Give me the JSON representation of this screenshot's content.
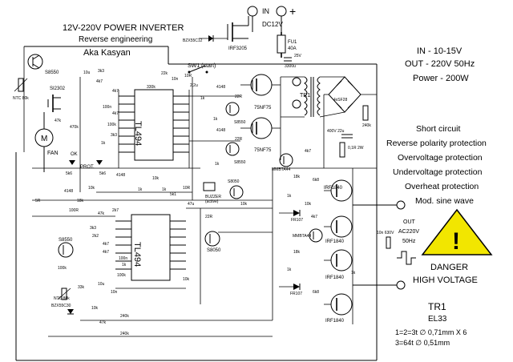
{
  "header": {
    "title": "12V-220V  POWER INVERTER",
    "subtitle": "Reverse engineering",
    "author": "Aka Kasyan"
  },
  "input": {
    "label": "IN",
    "voltage": "DC12V",
    "plus": "+",
    "minus": "−"
  },
  "specs": [
    "IN - 10-15V",
    "OUT - 220V 50Hz",
    "Power - 200W"
  ],
  "features": [
    "Short circuit",
    "Reverse polarity protection",
    "Overvoltage protection",
    "Undervoltage protection",
    "Overheat protection",
    "Mod. sine wave"
  ],
  "output": {
    "title": "OUT",
    "voltage": "AC220V",
    "frequency": "50Hz"
  },
  "warning": {
    "line1": "DANGER",
    "line2": "HIGH VOLTAGE",
    "symbol": "!",
    "color": "#f2e600"
  },
  "transformer": {
    "name": "TR1",
    "core": "EL33",
    "winding1": "1=2=3t ∅ 0,71mm X 6",
    "winding2": "3=64t ∅ 0,51mm"
  },
  "ics": {
    "upper": "TL494",
    "lower": "TL494"
  },
  "components": {
    "sw1": "SW1 (start)",
    "fan": "FAN",
    "motor": "M",
    "si2302": "SI2302",
    "fu1": "FU1",
    "fu1_rating": "40A",
    "irf3205": "IRF3205",
    "bzx_top": "BZX55C12",
    "bzx_bot": "BZX55C30",
    "q_nf1": "75NF75",
    "q_nf2": "75NF75",
    "s8550a": "S8550",
    "s8550b": "S8550",
    "s8550c": "S8550",
    "s8550d": "S8550",
    "s8050a": "S8050",
    "s8050b": "S8050",
    "buzzer": "BUZZER",
    "buzzer_note": "(active)",
    "irf1840a": "IRF1840",
    "irf1840b": "IRF1840",
    "irf1840c": "IRF1840",
    "irf1840d": "IRF1840",
    "mmbta44a": "MMBTA44",
    "mmbta44b": "MMBTA44",
    "fr107a": "FR107",
    "fr107b": "FR107",
    "bridge": "4xSF28",
    "ntc_top": "NTC\n80k",
    "ntc_bot": "NTC\n80k",
    "ok": "OK",
    "prot": "PROT.",
    "tr1_label": "TR1",
    "c_out": "10n\n630V",
    "c_hv": "400V\n22u",
    "r_hv": "0,1R\n2W",
    "r_240k": "240k",
    "c_3300": "3300u",
    "v25": "25V"
  },
  "labels": {
    "r_330k": "330k",
    "r_22k": "22k",
    "c_10n_a": "10n",
    "r_10r": "10R",
    "c_2u2": "2,2u",
    "r_1k_a": "1k",
    "d_4148_a": "4148",
    "d_4148_b": "4148",
    "r_22r_a": "22R",
    "r_22r_b": "22R",
    "r_1k_b": "1k",
    "r_1k_c": "1k",
    "r_3k3_a": "3k3",
    "r_4k7_a": "4k7",
    "r_4k7_b": "4k7",
    "c_100n_a": "100n",
    "r_4k7_c": "4k7",
    "r_3k3_b": "3k3",
    "r_100k_a": "100k",
    "r_1k_d": "1k",
    "c_10u_a": "10u",
    "r_470k": "470k",
    "r_47k_a": "47k",
    "r_5k6_a": "5k6",
    "r_5k6_b": "5k6",
    "d_4148_c": "4148",
    "d_4148_d": "4148",
    "r_10k_a": "10k",
    "r_1k_e": "1k",
    "r_1k_f": "1k",
    "r_10k_b": "10k",
    "r_5k1": "5k1",
    "r_100k_b": "100k",
    "r_3k3_c": "3k3",
    "r_2k2": "2k2",
    "r_18k_a": "18k",
    "r_47k_b": "47k",
    "r_2k7": "2k7",
    "r_1k_g": "1k",
    "r_4k7_d": "4k7",
    "r_4k7_e": "4k7",
    "r_100k_c": "100k",
    "r_33k": "33k",
    "c_100n_b": "100n",
    "r_10k_c": "10k",
    "r_10k_d": "10k",
    "r_6k8_a": "6k8",
    "r_6k8_b": "6k8",
    "r_18k_b": "18k",
    "r_18k_c": "18k",
    "r_47k_c": "47k",
    "r_240k_b": "240k",
    "r_240k_c": "240k",
    "r_10r_b": "10R",
    "r_4k7_f": "4k7",
    "r_1k_h": "1k",
    "r_4k7_g": "4k7",
    "r_10k_e": "10k",
    "r_1k_i": "1k",
    "r_1k_j": "1k",
    "c_10n_b": "10n",
    "r_100r": "100R",
    "r_5r": "5R",
    "c_47u": "47u",
    "c_10u_b": "10u",
    "r_10k_f": "10k",
    "r_22r_c": "22R"
  },
  "colors": {
    "ink": "#000000",
    "paper": "#ffffff"
  }
}
